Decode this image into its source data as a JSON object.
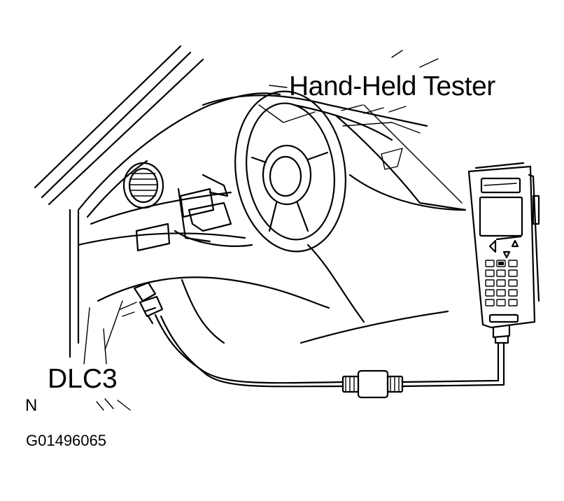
{
  "labels": {
    "tester": "Hand-Held Tester",
    "connector": "DLC3",
    "orientation": "N",
    "figure_id": "G01496065"
  },
  "colors": {
    "ink": "#000000",
    "background": "#ffffff"
  }
}
